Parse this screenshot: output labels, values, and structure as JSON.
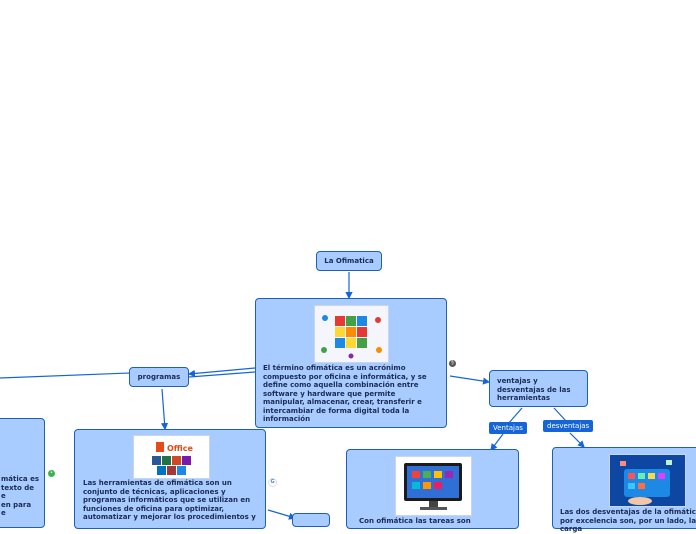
{
  "root": {
    "title": "La Ofimatica"
  },
  "central": {
    "text": "El término ofimática es un acrónimo compuesto por oficina e informática, y se define como aquella combinación entre software y hardware que permite manipular, almacenar, crear, transferir e intercambiar de forma digital toda la información"
  },
  "programas": {
    "label": "programas"
  },
  "ventajas_desventajas": {
    "label": "ventajas y desventajas de las herramientas"
  },
  "tags": {
    "ventajas": "Ventajas",
    "desventajas": "desventajas"
  },
  "herramientas": {
    "text": "Las herramientas de ofimática son un conjunto de técnicas, aplicaciones y programas informáticos que se utilizan en funciones de oficina para optimizar, automatizar y mejorar los procedimientos y"
  },
  "left_partial": {
    "lines": [
      "mática es",
      "texto de",
      "e",
      "en para",
      "e"
    ]
  },
  "ventajas_partial": {
    "text": "Con ofimática las tareas son"
  },
  "desventajas_partial": {
    "text": "Las dos desventajas de la ofimática por excelencia son, por un lado, la carga"
  },
  "colors": {
    "node_fill": "#a8ccff",
    "node_border": "#1f5fb8",
    "link": "#1565d8",
    "tag_fill": "#1565d8",
    "text": "#1a2a55"
  },
  "icons": {
    "rubik_image": "rubik-cube-image",
    "office_image": "office-suite-image",
    "computer_image": "computer-monitor-image",
    "tablet_image": "tablet-apps-image"
  }
}
